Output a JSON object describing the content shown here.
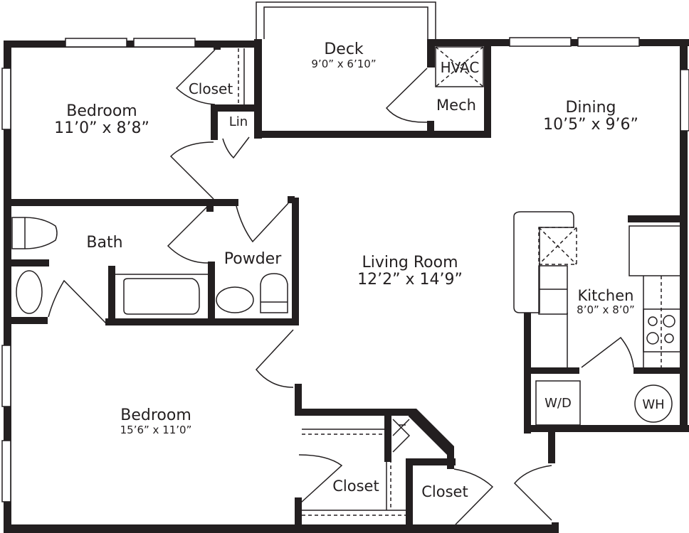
{
  "plan": {
    "wall_color": "#231f20",
    "background": "#ffffff",
    "rooms": [
      {
        "id": "bedroom-1",
        "name": "Bedroom",
        "dims": "11’0” x 8’8”"
      },
      {
        "id": "closet-1",
        "name": "Closet"
      },
      {
        "id": "linen",
        "name": "Lin"
      },
      {
        "id": "deck",
        "name": "Deck",
        "dims": "9’0” x 6’10”"
      },
      {
        "id": "hvac",
        "name": "HVAC"
      },
      {
        "id": "mech",
        "name": "Mech"
      },
      {
        "id": "dining",
        "name": "Dining",
        "dims": "10’5” x 9’6”"
      },
      {
        "id": "bath",
        "name": "Bath"
      },
      {
        "id": "powder",
        "name": "Powder"
      },
      {
        "id": "living",
        "name": "Living Room",
        "dims": "12’2” x 14’9”"
      },
      {
        "id": "kitchen",
        "name": "Kitchen",
        "dims": "8’0” x 8’0”"
      },
      {
        "id": "wd",
        "name": "W/D"
      },
      {
        "id": "wh",
        "name": "WH"
      },
      {
        "id": "bedroom-2",
        "name": "Bedroom",
        "dims": "15’6” x 11’0”"
      },
      {
        "id": "closet-2",
        "name": "Closet"
      },
      {
        "id": "closet-3",
        "name": "Closet"
      }
    ]
  }
}
